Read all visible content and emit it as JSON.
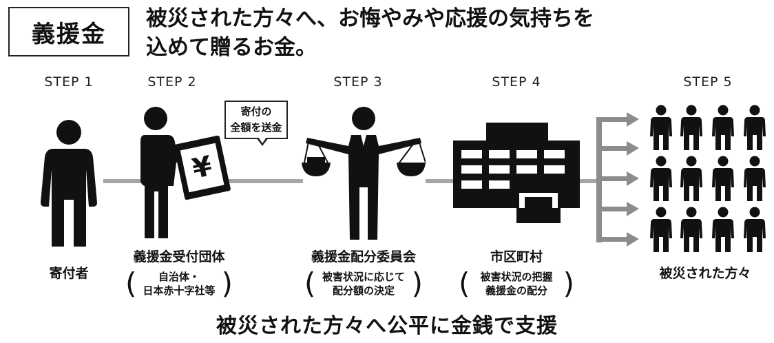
{
  "header": {
    "title_box": "義援金",
    "headline": "被災された方々へ、お悔やみや応援の気持ちを\n込めて贈るお金。"
  },
  "steps": [
    {
      "step_label": "STEP 1",
      "name": "寄付者",
      "detail": ""
    },
    {
      "step_label": "STEP 2",
      "name": "義援金受付団体",
      "detail": "自治体・\n日本赤十字社等"
    },
    {
      "step_label": "STEP 3",
      "name": "義援金配分委員会",
      "detail": "被害状況に応じて\n配分額の決定"
    },
    {
      "step_label": "STEP 4",
      "name": "市区町村",
      "detail": "被害状況の把握\n義援金の配分"
    },
    {
      "step_label": "STEP 5",
      "name": "被災された方々",
      "detail": ""
    }
  ],
  "callout": {
    "text": "寄付の\n全額を送金"
  },
  "money_symbol": "¥",
  "icons": [
    "person-icon",
    "person-holding-money-box-icon",
    "balance-scale-person-icon",
    "city-hall-building-icon",
    "group-of-people-icon",
    "arrow-right-icon"
  ],
  "colors": {
    "figure": "#111111",
    "connector": "#a6a6a6",
    "arrow": "#8c8c8c"
  },
  "footer": {
    "slogan": "被災された方々へ公平に金銭で支援"
  }
}
